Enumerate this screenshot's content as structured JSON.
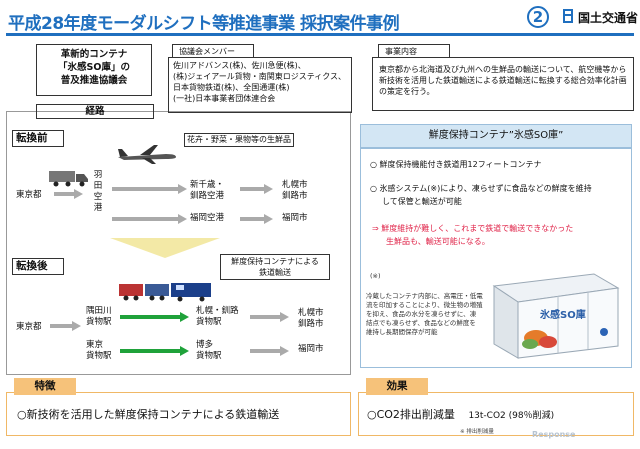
{
  "header": {
    "title": "平成28年度モーダルシフト等推進事業 採択案件事例",
    "number": "2",
    "ministry": "国土交通省"
  },
  "council": {
    "line1": "革新的コンテナ",
    "line2": "「氷感SO庫」の",
    "line3": "普及推進協議会"
  },
  "route_label": "経路",
  "members": {
    "tab": "協議会メンバー",
    "lines": [
      "佐川アドバンス(株)、佐川急便(株)、",
      "(株)ジェイアール貨物・南関東ロジスティクス、",
      "日本貨物鉄道(株)、全国通運(株)",
      "(一社)日本事業者団体連合会"
    ]
  },
  "project": {
    "tab": "事業内容",
    "text": "東京都から北海道及び九州への生鮮品の輸送について、航空機等から新技術を活用した鉄道輸送による鉄道輸送に転換する総合効率化計画の策定を行う。"
  },
  "before": {
    "label": "転換前",
    "produce_label": "花卉・野菜・果物等の生鮮品",
    "origin": "東京都",
    "airport_chars": [
      "羽",
      "田",
      "空",
      "港"
    ],
    "dest1": [
      "新千歳・",
      "釧路空港"
    ],
    "dest2": "福岡空港",
    "city1": [
      "札幌市",
      "釧路市"
    ],
    "city2": "福岡市"
  },
  "after": {
    "label": "転換後",
    "container_label": [
      "鮮度保持コンテナによる",
      "鉄道輸送"
    ],
    "origin": "東京都",
    "station1": [
      "隅田川",
      "貨物駅"
    ],
    "station2": [
      "東京",
      "貨物駅"
    ],
    "dest1": [
      "札幌・釧路",
      "貨物駅"
    ],
    "dest2": [
      "博多",
      "貨物駅"
    ],
    "city1": [
      "札幌市",
      "釧路市"
    ],
    "city2": "福岡市"
  },
  "fresh": {
    "header": "鮮度保持コンテナ”氷感SO庫”",
    "bullet1": "○ 鮮度保持機能付き鉄道用12フィートコンテナ",
    "bullet2a": "○ 氷感システム(※)により、凍らせずに食品などの鮮度を維持",
    "bullet2b": "して保管と輸送が可能",
    "red1": "⇒ 鮮度維持が難しく、これまで鉄道で輸送できなかった",
    "red2": "生鮮品も、輸送可能になる。",
    "note_mark": "(※)",
    "note_lines": [
      "冷蔵したコンテナ内部に、高電圧・低電",
      "流を印加することにより、微生物の増殖",
      "を抑え、食品の水分を凍らせずに、凍",
      "結点でも凍らせず、食品などの鮮度を",
      "維持し長期間保存が可能"
    ],
    "fridge_brand": "氷感SO庫"
  },
  "feature": {
    "tab": "特徴",
    "text": "○新技術を活用した鮮度保持コンテナによる鉄道輸送"
  },
  "effect": {
    "tab": "効果",
    "label": "○CO2排出削減量",
    "value": "13t-CO2 (98％削減)",
    "note": "※ 排出削減量",
    "watermark": "Response"
  }
}
